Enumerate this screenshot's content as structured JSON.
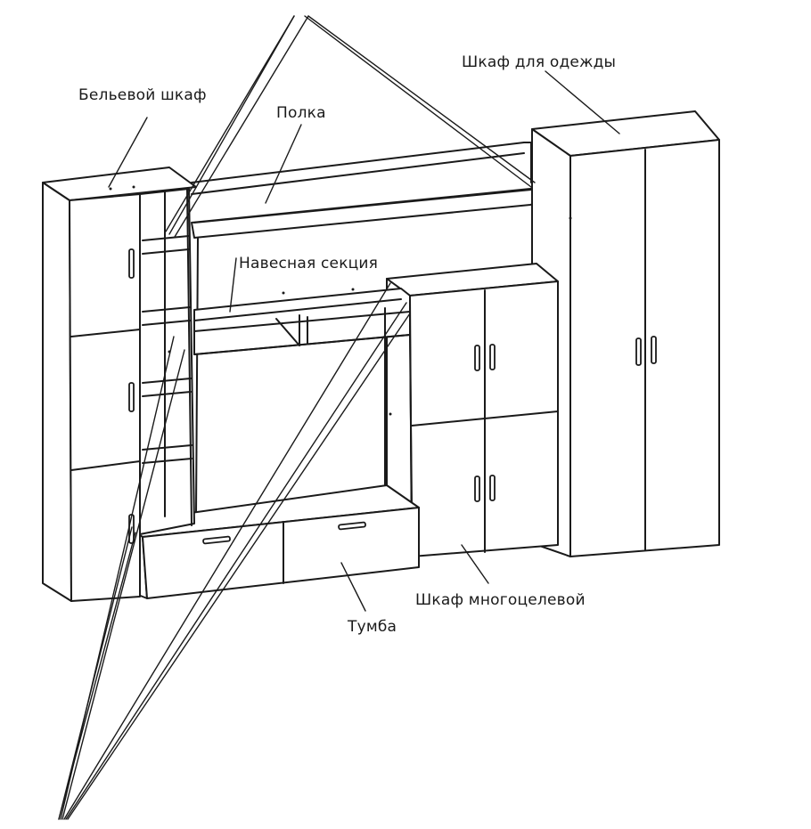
{
  "labels": {
    "linen_cabinet": "Бельевой шкаф",
    "shelf": "Полка",
    "wardrobe": "Шкаф для одежды",
    "hanging_section": "Навесная секция",
    "multipurpose_cabinet": "Шкаф многоцелевой",
    "tv_stand": "Тумба"
  }
}
